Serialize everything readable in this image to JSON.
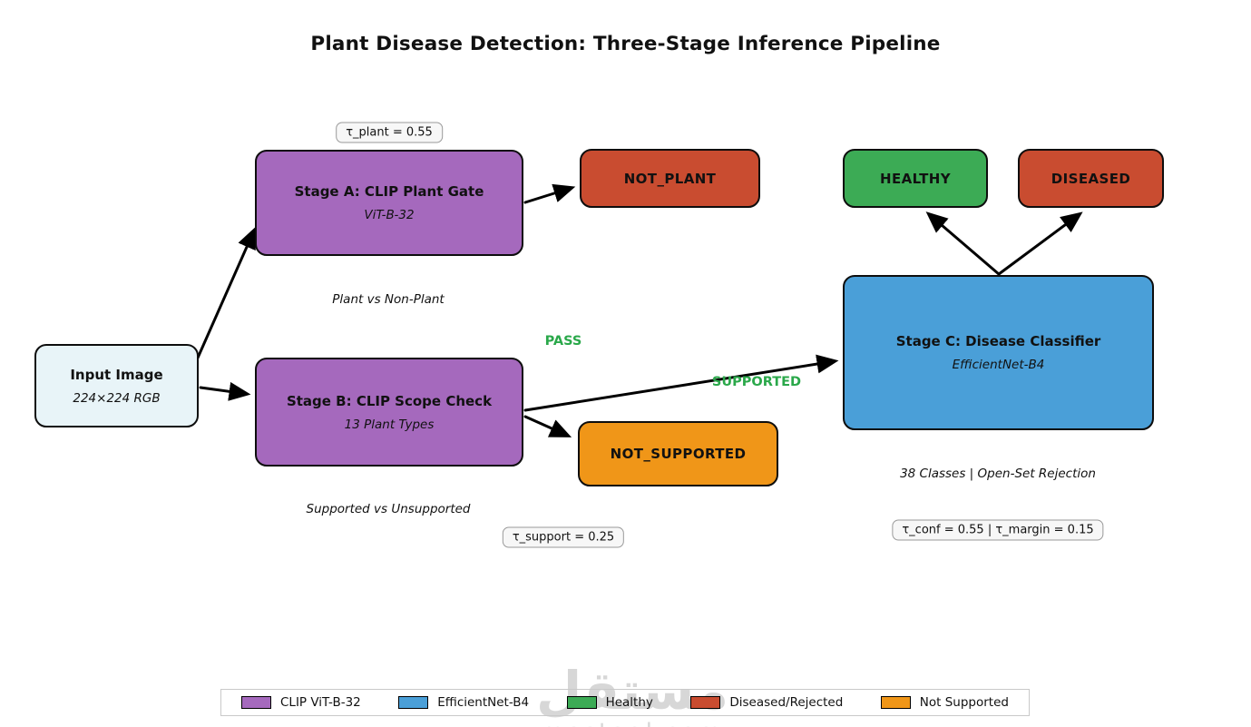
{
  "title": "Plant Disease Detection: Three-Stage Inference Pipeline",
  "colors": {
    "clip_purple": "#a569bd",
    "efficientnet_blue": "#4a9fd8",
    "healthy_green": "#3cab55",
    "diseased_red": "#c94c30",
    "not_supported_orange": "#f09618",
    "input_box": "#e8f4f8",
    "edge_label_green": "#2aa84a",
    "watermark_gray": "#d7d7d7"
  },
  "nodes": {
    "input": {
      "title": "Input Image",
      "subtitle": "224×224 RGB"
    },
    "stage_a": {
      "title": "Stage A: CLIP Plant Gate",
      "subtitle": "ViT-B-32",
      "caption": "Plant vs Non-Plant",
      "threshold": "τ_plant = 0.55"
    },
    "stage_b": {
      "title": "Stage B: CLIP Scope Check",
      "subtitle": "13 Plant Types",
      "caption": "Supported vs Unsupported",
      "threshold": "τ_support = 0.25"
    },
    "stage_c": {
      "title": "Stage C: Disease Classifier",
      "subtitle": "EfficientNet-B4",
      "caption": "38 Classes | Open-Set Rejection",
      "threshold": "τ_conf = 0.55 | τ_margin = 0.15"
    },
    "not_plant": {
      "label": "NOT_PLANT"
    },
    "not_supported": {
      "label": "NOT_SUPPORTED"
    },
    "healthy": {
      "label": "HEALTHY"
    },
    "diseased": {
      "label": "DISEASED"
    }
  },
  "edge_labels": {
    "pass": "PASS",
    "supported": "SUPPORTED"
  },
  "legend": {
    "items": [
      {
        "label": "CLIP ViT-B-32",
        "color": "#a569bd"
      },
      {
        "label": "EfficientNet-B4",
        "color": "#4a9fd8"
      },
      {
        "label": "Healthy",
        "color": "#3cab55"
      },
      {
        "label": "Diseased/Rejected",
        "color": "#c94c30"
      },
      {
        "label": "Not Supported",
        "color": "#f09618"
      }
    ]
  },
  "watermark": {
    "arabic": "مستقل",
    "domain": "mostaql.com"
  }
}
